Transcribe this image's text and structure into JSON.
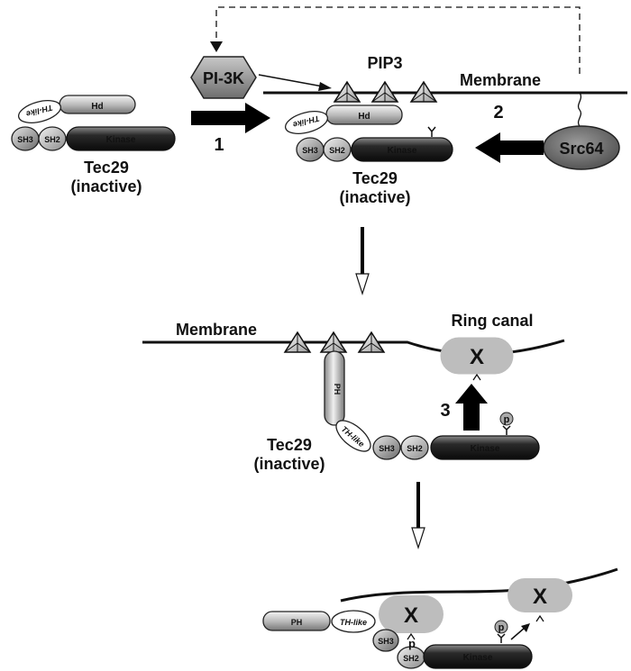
{
  "labels": {
    "pi3k": "PI-3K",
    "pip3": "PIP3",
    "membrane": "Membrane",
    "ring_canal": "Ring canal",
    "src64": "Src64",
    "tec29": "Tec29",
    "inactive": "(inactive)",
    "step1": "1",
    "step2": "2",
    "step3": "3",
    "x": "X",
    "p": "p"
  },
  "domains": {
    "sh3": "SH3",
    "sh2": "SH2",
    "kinase": "Kinase",
    "hd": "Hd",
    "ph": "PH",
    "th_like": "TH-like"
  },
  "colors": {
    "arrow": "#000000",
    "protein_dark": "#3a3a3a",
    "protein_light": "#cfcfcf",
    "x_fill": "#bdbdbd"
  }
}
